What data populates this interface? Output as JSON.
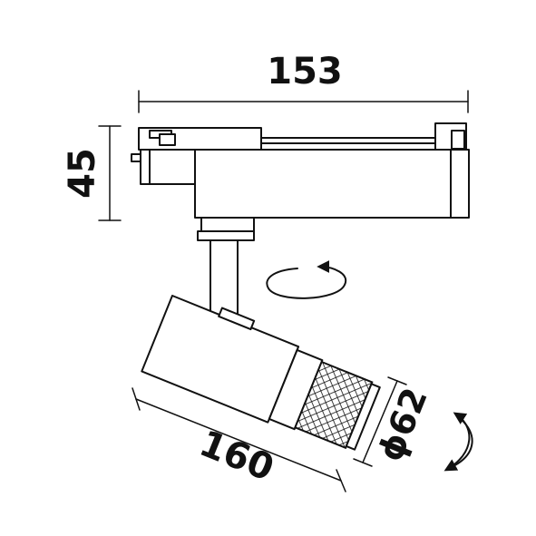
{
  "dimensions": {
    "width": "153",
    "height": "45",
    "length": "160",
    "diameter": "ϕ62"
  },
  "colors": {
    "line": "#111111",
    "background": "#ffffff"
  },
  "icons": {
    "horizontal_rotation": "rotate-horizontal-arrow-icon",
    "vertical_rotation": "rotate-vertical-arrow-icon"
  }
}
